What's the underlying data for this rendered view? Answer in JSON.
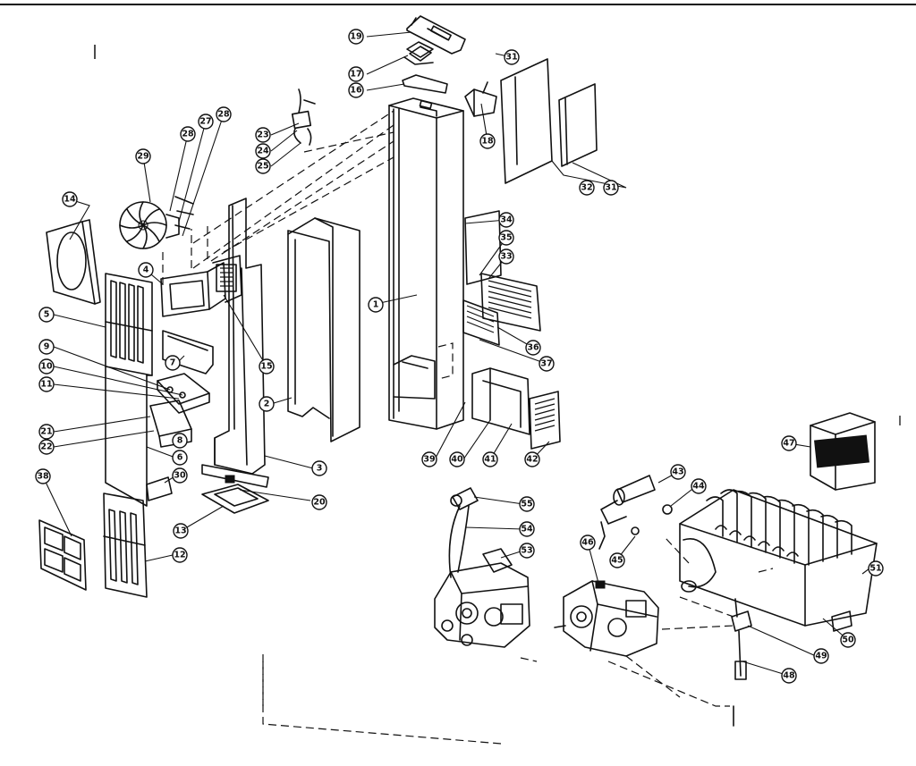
{
  "diagram": {
    "parts": [
      {
        "id": "p1",
        "label": "1"
      },
      {
        "id": "p2",
        "label": "2"
      },
      {
        "id": "p3",
        "label": "3"
      },
      {
        "id": "p4",
        "label": "4"
      },
      {
        "id": "p5",
        "label": "5"
      },
      {
        "id": "p6",
        "label": "6"
      },
      {
        "id": "p7",
        "label": "7"
      },
      {
        "id": "p8",
        "label": "8"
      },
      {
        "id": "p9",
        "label": "9"
      },
      {
        "id": "p10",
        "label": "10"
      },
      {
        "id": "p11",
        "label": "11"
      },
      {
        "id": "p12",
        "label": "12"
      },
      {
        "id": "p13",
        "label": "13"
      },
      {
        "id": "p14",
        "label": "14"
      },
      {
        "id": "p15",
        "label": "15"
      },
      {
        "id": "p16",
        "label": "16"
      },
      {
        "id": "p17",
        "label": "17"
      },
      {
        "id": "p18",
        "label": "18"
      },
      {
        "id": "p19",
        "label": "19"
      },
      {
        "id": "p20",
        "label": "20"
      },
      {
        "id": "p21",
        "label": "21"
      },
      {
        "id": "p22",
        "label": "22"
      },
      {
        "id": "p23",
        "label": "23"
      },
      {
        "id": "p24",
        "label": "24"
      },
      {
        "id": "p25",
        "label": "25"
      },
      {
        "id": "p27",
        "label": "27"
      },
      {
        "id": "p28a",
        "label": "28"
      },
      {
        "id": "p28b",
        "label": "28"
      },
      {
        "id": "p29",
        "label": "29"
      },
      {
        "id": "p30",
        "label": "30"
      },
      {
        "id": "p31a",
        "label": "31"
      },
      {
        "id": "p31b",
        "label": "31"
      },
      {
        "id": "p32",
        "label": "32"
      },
      {
        "id": "p33",
        "label": "33"
      },
      {
        "id": "p34",
        "label": "34"
      },
      {
        "id": "p35",
        "label": "35"
      },
      {
        "id": "p36",
        "label": "36"
      },
      {
        "id": "p37",
        "label": "37"
      },
      {
        "id": "p38",
        "label": "38"
      },
      {
        "id": "p39",
        "label": "39"
      },
      {
        "id": "p40",
        "label": "40"
      },
      {
        "id": "p41",
        "label": "41"
      },
      {
        "id": "p42",
        "label": "42"
      },
      {
        "id": "p43",
        "label": "43"
      },
      {
        "id": "p44",
        "label": "44"
      },
      {
        "id": "p45",
        "label": "45"
      },
      {
        "id": "p46",
        "label": "46"
      },
      {
        "id": "p47",
        "label": "47"
      },
      {
        "id": "p48",
        "label": "48"
      },
      {
        "id": "p49",
        "label": "49"
      },
      {
        "id": "p50",
        "label": "50"
      },
      {
        "id": "p51",
        "label": "51"
      },
      {
        "id": "p53",
        "label": "53"
      },
      {
        "id": "p54",
        "label": "54"
      },
      {
        "id": "p55",
        "label": "55"
      }
    ],
    "decal": {
      "line1": "",
      "line2": ""
    }
  }
}
